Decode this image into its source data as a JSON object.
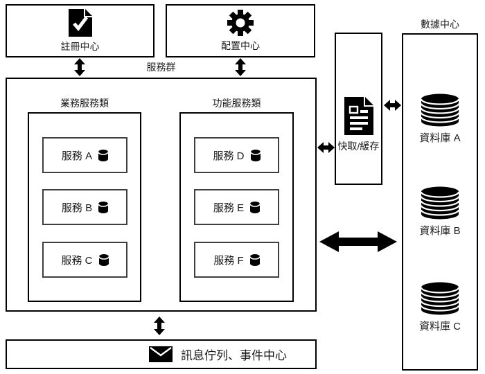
{
  "diagram": {
    "registry": {
      "label": "註冊中心"
    },
    "config": {
      "label": "配置中心"
    },
    "cluster": {
      "label": "服務群",
      "business": {
        "label": "業務服務類",
        "services": [
          {
            "label": "服務 A"
          },
          {
            "label": "服務 B"
          },
          {
            "label": "服務 C"
          }
        ]
      },
      "functional": {
        "label": "功能服務類",
        "services": [
          {
            "label": "服務 D"
          },
          {
            "label": "服務 E"
          },
          {
            "label": "服務 F"
          }
        ]
      }
    },
    "cache": {
      "label": "快取/緩存"
    },
    "datacenter": {
      "label": "數據中心",
      "databases": [
        {
          "label": "資料庫 A"
        },
        {
          "label": "資料庫 B"
        },
        {
          "label": "資料庫 C"
        }
      ]
    },
    "message": {
      "label": "訊息佇列、事件中心"
    },
    "icons": {
      "registry": "document-check-icon",
      "config": "gear-icon",
      "cache": "document-lines-icon",
      "database": "database-cylinder-icon",
      "service": "database-cylinder-icon",
      "message": "envelope-icon",
      "connector": "double-arrow-icon"
    },
    "colors": {
      "stroke": "#000000",
      "text": "#1a1a1a",
      "background": "#ffffff"
    }
  }
}
